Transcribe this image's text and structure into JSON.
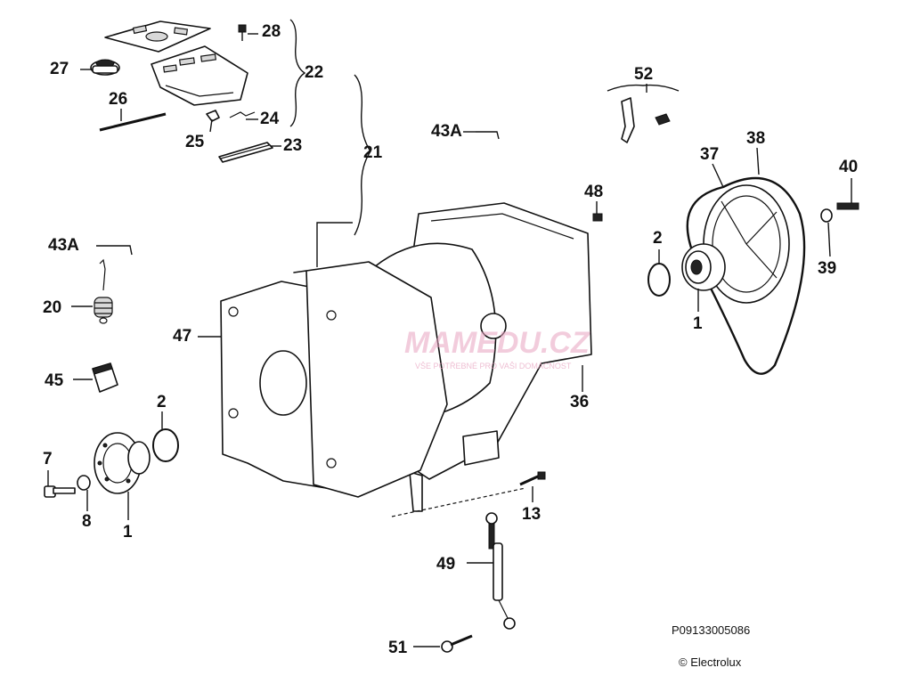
{
  "labels": {
    "p28": "28",
    "p22": "22",
    "p27": "27",
    "p26": "26",
    "p25": "25",
    "p24": "24",
    "p23": "23",
    "p21": "21",
    "p43a_top": "43A",
    "p52": "52",
    "p37": "37",
    "p38": "38",
    "p40": "40",
    "p48": "48",
    "p2_right": "2",
    "p39": "39",
    "p1_right": "1",
    "p43a_left": "43A",
    "p20": "20",
    "p47": "47",
    "p36": "36",
    "p45": "45",
    "p2_left": "2",
    "p7": "7",
    "p8": "8",
    "p1_left": "1",
    "p13": "13",
    "p49": "49",
    "p51": "51"
  },
  "watermark": {
    "brand": "MAMEDU.CZ",
    "slogan": "VŠE POTŘEBNÉ PRO VAŠI DOMÁCNOST",
    "color": "#e8a3c0"
  },
  "footer": {
    "code": "P09133005086",
    "copyright": "© Electrolux"
  }
}
